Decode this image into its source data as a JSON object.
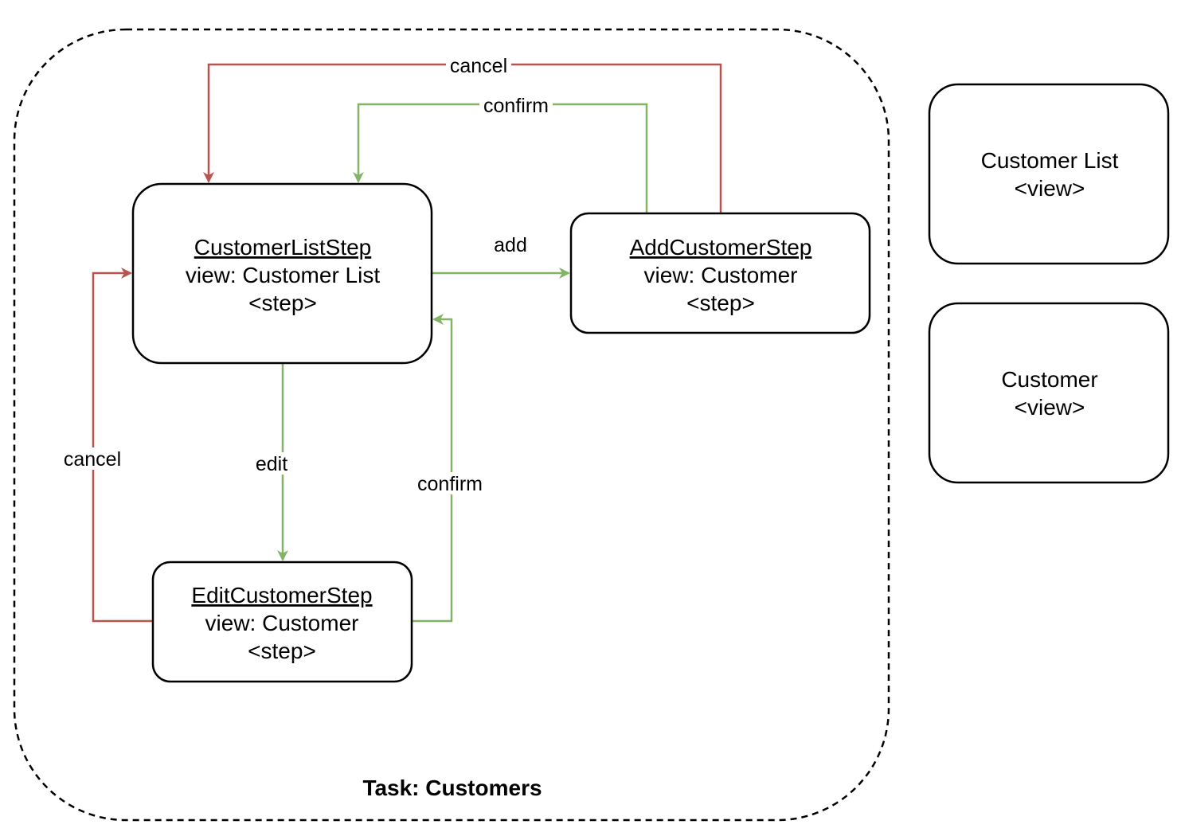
{
  "colors": {
    "cancel_edge": "#b85450",
    "confirm_edge": "#82b366",
    "node_stroke": "#000000",
    "background": "#ffffff"
  },
  "task": {
    "label": "Task: Customers"
  },
  "steps": {
    "customer_list": {
      "name": "CustomerListStep",
      "view": "view: Customer List",
      "stereotype": "<step>"
    },
    "add_customer": {
      "name": "AddCustomerStep",
      "view": "view: Customer",
      "stereotype": "<step>"
    },
    "edit_customer": {
      "name": "EditCustomerStep",
      "view": "view: Customer",
      "stereotype": "<step>"
    }
  },
  "views": {
    "customer_list": {
      "name": "Customer List",
      "stereotype": "<view>"
    },
    "customer": {
      "name": "Customer",
      "stereotype": "<view>"
    }
  },
  "edges": {
    "add": "add",
    "edit": "edit",
    "cancel_from_add": "cancel",
    "confirm_from_add": "confirm",
    "cancel_from_edit": "cancel",
    "confirm_from_edit": "confirm"
  }
}
